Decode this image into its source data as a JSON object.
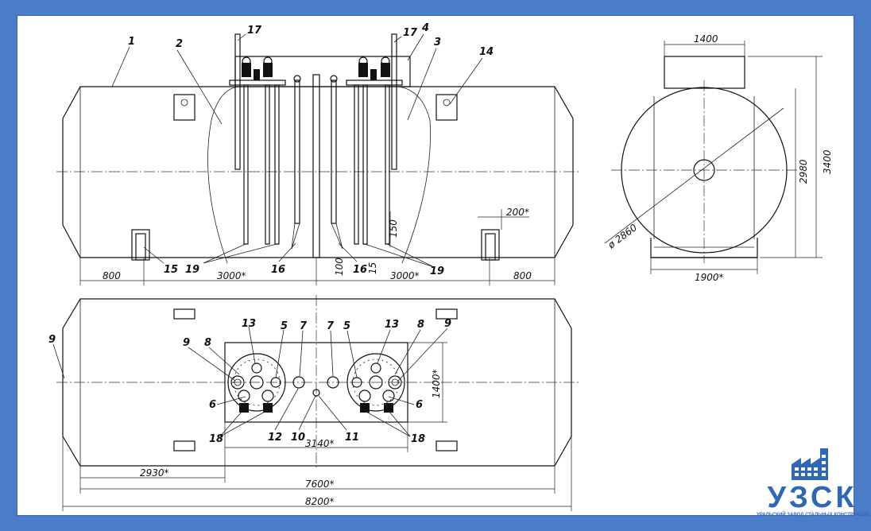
{
  "drawing": {
    "part_numbers": {
      "tank_body": "1",
      "section_left": "2",
      "section_right": "3",
      "platform": "4",
      "nozzle_5": "5",
      "nozzle_6": "6",
      "nozzle_7": "7",
      "nozzle_8": "8",
      "nozzle_9": "9",
      "nozzle_10": "10",
      "nozzle_11": "11",
      "nozzle_12": "12",
      "nozzle_13": "13",
      "label_plate": "14",
      "support": "15",
      "pipe": "16",
      "vent_pipe": "17",
      "valve": "18",
      "intake": "19"
    },
    "dimensions": {
      "end_length": "800",
      "section_length": "3000*",
      "offset_200": "200*",
      "height_150": "150",
      "height_100": "100",
      "height_15": "15",
      "top_width": "1400",
      "height_3400": "3400",
      "height_2980": "2980",
      "diameter": "ø 2860",
      "saddle_width": "1900*",
      "hatch_depth": "1400*",
      "hatch_offset": "2930*",
      "hatch_length": "3140*",
      "cylinder_length": "7600*",
      "total_length": "8200*"
    }
  },
  "logo": {
    "name": "УЗСК",
    "subtitle": "УРАЛЬСКИЙ ЗАВОД СТАЛЬНЫХ КОНСТРУКЦИЙ",
    "color": "#2f68b8"
  },
  "colors": {
    "frame": "#4a7cc7",
    "sheet": "#ffffff",
    "lines": "#111111"
  }
}
